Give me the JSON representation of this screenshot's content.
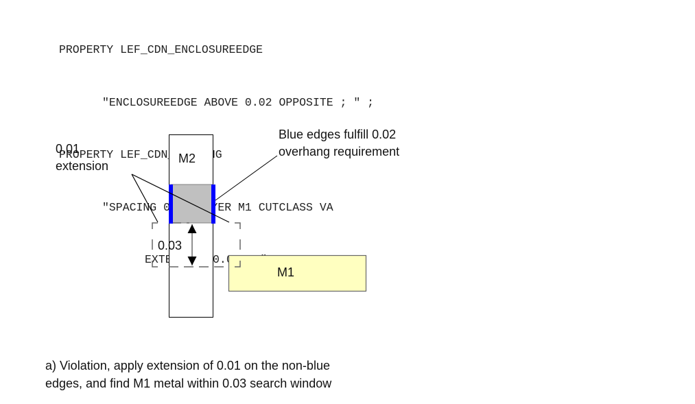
{
  "code": {
    "lines": [
      "PROPERTY LEF_CDN_ENCLOSUREEDGE",
      "\"ENCLOSUREEDGE ABOVE 0.02 OPPOSITE ; \" ;",
      "PROPERTY LEF_CDN_SPACING",
      "\"SPACING 0.03 LAYER M1 CUTCLASS VA",
      "EXTENSION 0.01 ; \" ;"
    ]
  },
  "diagram": {
    "m2_label": "M2",
    "m1_label": "M1",
    "spacing_label": "0.03",
    "extension_label_line1": "0.01",
    "extension_label_line2": "extension",
    "blue_note_line1": "Blue edges fulfill 0.02",
    "blue_note_line2": "overhang requirement",
    "colors": {
      "blue_edge": "#0000ff",
      "via_fill": "#c0c0c0",
      "m1_fill": "#ffffc0"
    }
  },
  "caption": {
    "line1": "a) Violation, apply extension of 0.01 on the non-blue",
    "line2": "edges, and find M1 metal within 0.03 search window"
  }
}
